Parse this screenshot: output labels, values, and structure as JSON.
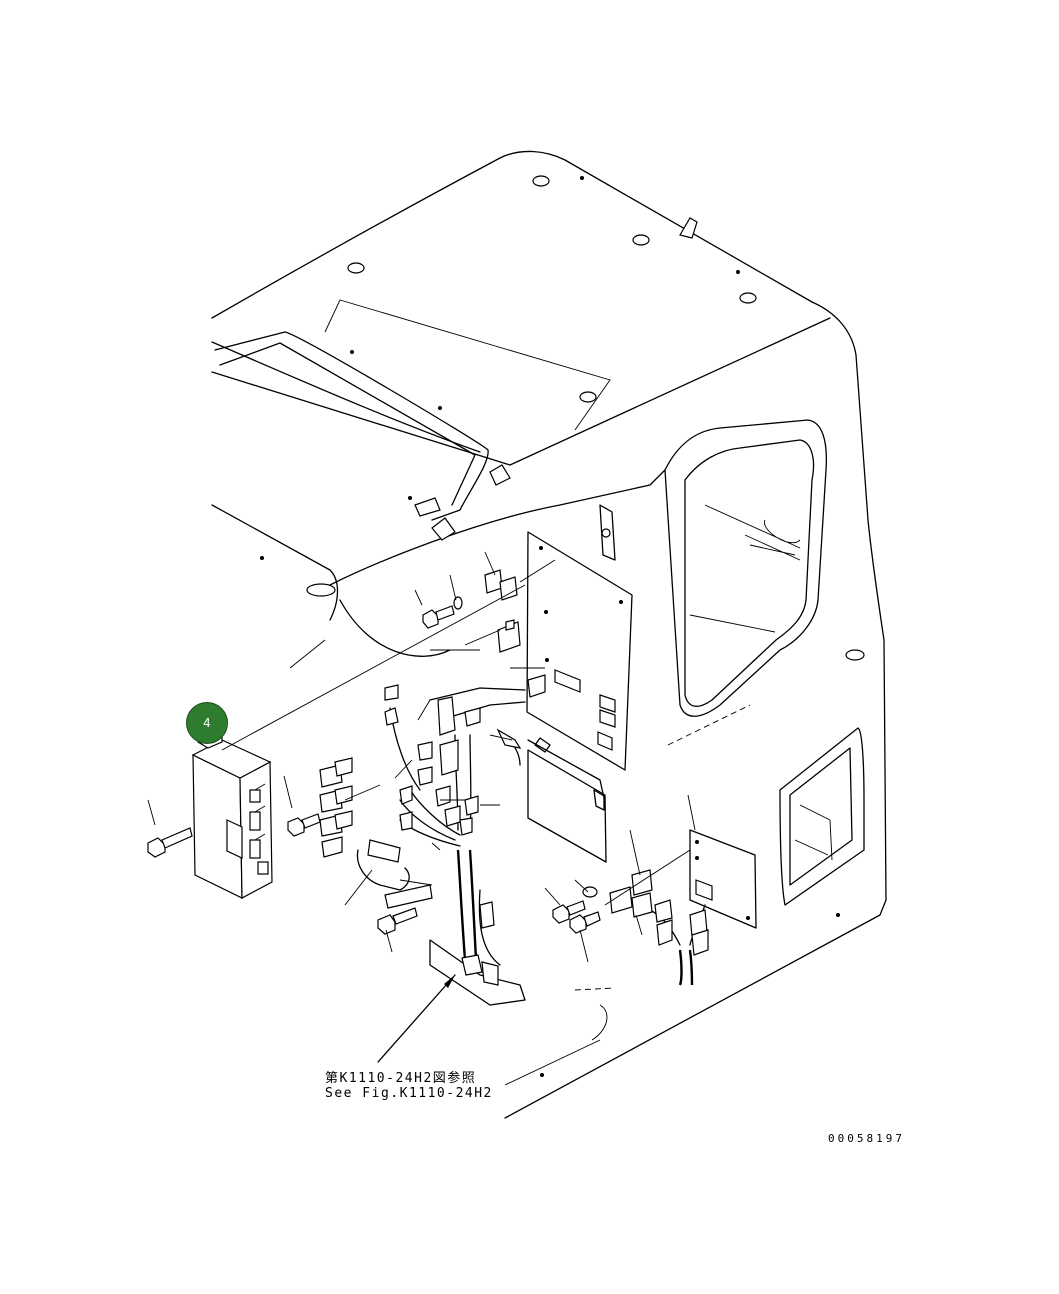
{
  "callouts": [
    {
      "number": "4",
      "color": "#2e7d2e"
    }
  ],
  "reference": {
    "jp": "第K1110-24H2図参照",
    "en": "See Fig.K1110-24H2"
  },
  "drawing_id": "00058197"
}
